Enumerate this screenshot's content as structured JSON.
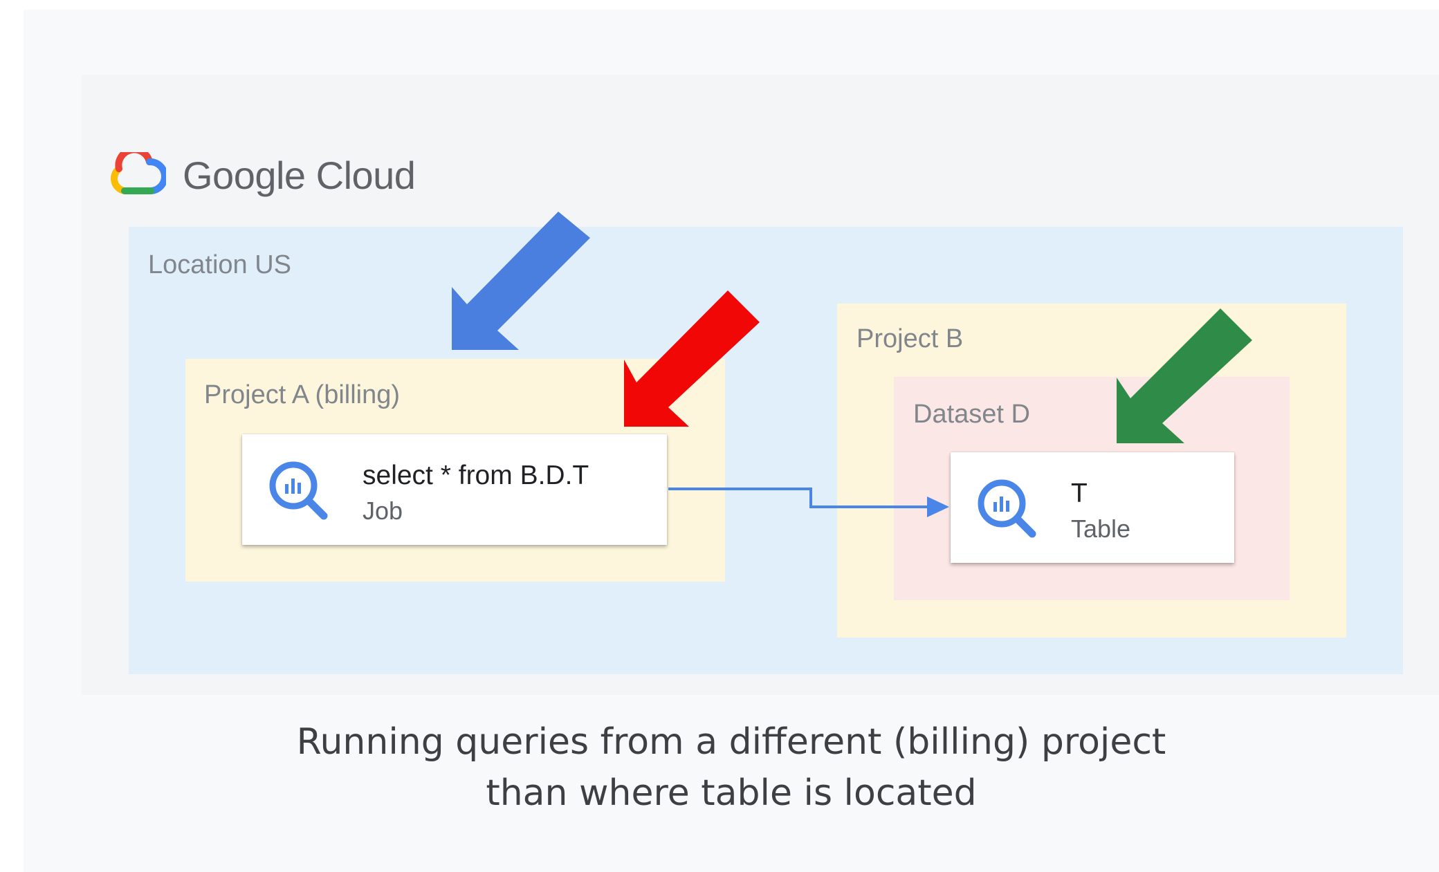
{
  "logo": {
    "text": "Google Cloud",
    "colors": {
      "red": "#ea4335",
      "yellow": "#fbbc04",
      "green": "#34a853",
      "blue": "#4285f4"
    }
  },
  "location": {
    "label": "Location US",
    "color": "#e1effb"
  },
  "project_a": {
    "label": "Project A (billing)",
    "job": {
      "title": "select * from B.D.T",
      "subtitle": "Job",
      "icon": "bigquery-icon"
    }
  },
  "project_b": {
    "label": "Project B",
    "dataset": {
      "label": "Dataset D",
      "table": {
        "title": "T",
        "subtitle": "Table",
        "icon": "bigquery-icon"
      }
    }
  },
  "arrows": {
    "blue": "#4a7fe0",
    "red": "#f20707",
    "green": "#2e8b48",
    "connector": "#4a86e8"
  },
  "caption": {
    "line1": "Running queries from a different (billing) project",
    "line2": "than where table is located"
  }
}
